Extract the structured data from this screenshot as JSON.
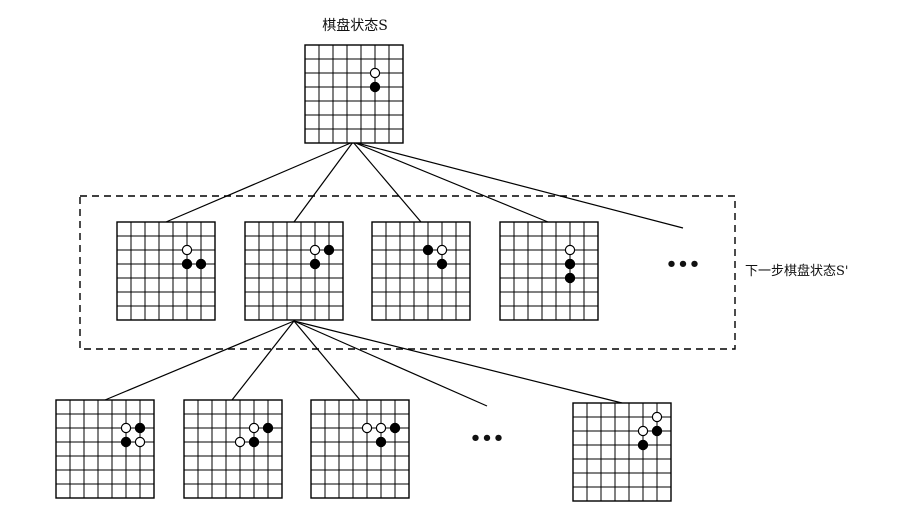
{
  "labels": {
    "root_title": "棋盘状态S",
    "next_state": "下一步棋盘状态S'"
  },
  "ellipsis": "•••",
  "board": {
    "size": 7
  },
  "colors": {
    "stroke": "#000000",
    "black_stone": "#000000",
    "white_stone": "#ffffff"
  },
  "boards": [
    {
      "id": "root",
      "stones": [
        [
          2,
          5,
          "white"
        ],
        [
          3,
          5,
          "black"
        ]
      ]
    },
    {
      "id": "child-1",
      "stones": [
        [
          2,
          5,
          "white"
        ],
        [
          3,
          5,
          "black"
        ],
        [
          3,
          6,
          "black"
        ]
      ]
    },
    {
      "id": "child-2",
      "stones": [
        [
          2,
          5,
          "white"
        ],
        [
          3,
          5,
          "black"
        ],
        [
          2,
          6,
          "black"
        ]
      ]
    },
    {
      "id": "child-3",
      "stones": [
        [
          2,
          5,
          "white"
        ],
        [
          3,
          5,
          "black"
        ],
        [
          2,
          4,
          "black"
        ]
      ]
    },
    {
      "id": "child-4",
      "stones": [
        [
          2,
          5,
          "white"
        ],
        [
          3,
          5,
          "black"
        ],
        [
          4,
          5,
          "black"
        ]
      ]
    },
    {
      "id": "grandchild-1",
      "stones": [
        [
          2,
          5,
          "white"
        ],
        [
          3,
          5,
          "black"
        ],
        [
          2,
          6,
          "black"
        ],
        [
          3,
          6,
          "white"
        ]
      ]
    },
    {
      "id": "grandchild-2",
      "stones": [
        [
          2,
          5,
          "white"
        ],
        [
          3,
          5,
          "black"
        ],
        [
          2,
          6,
          "black"
        ],
        [
          3,
          4,
          "white"
        ]
      ]
    },
    {
      "id": "grandchild-3",
      "stones": [
        [
          2,
          5,
          "white"
        ],
        [
          3,
          5,
          "black"
        ],
        [
          2,
          6,
          "black"
        ],
        [
          2,
          4,
          "white"
        ]
      ]
    },
    {
      "id": "grandchild-4",
      "stones": [
        [
          2,
          5,
          "white"
        ],
        [
          3,
          5,
          "black"
        ],
        [
          2,
          6,
          "black"
        ],
        [
          1,
          6,
          "white"
        ]
      ]
    }
  ]
}
